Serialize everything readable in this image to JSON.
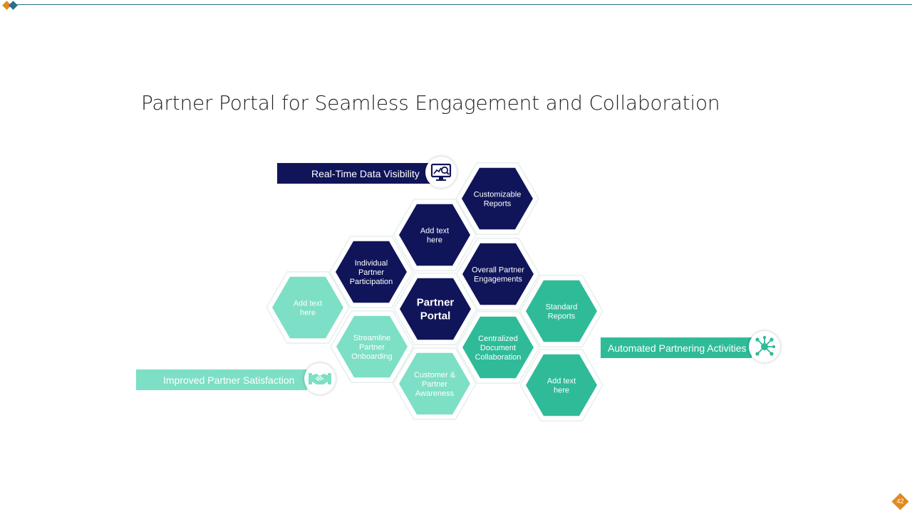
{
  "title": "Partner Portal for Seamless Engagement and Collaboration",
  "page_number": "42",
  "colors": {
    "navy": "#101559",
    "teal": "#2fbb98",
    "light_teal": "#7ddfc5",
    "accent_orange": "#e08a1e",
    "accent_blue": "#2b6f8a"
  },
  "banners": {
    "real_time": {
      "label": "Real-Time Data Visibility",
      "icon": "monitor-analytics-icon"
    },
    "automated": {
      "label": "Automated Partnering Activities",
      "icon": "network-nodes-icon"
    },
    "improved": {
      "label": "Improved Partner Satisfaction",
      "icon": "handshake-icon"
    }
  },
  "hexagons": [
    {
      "name": "hex-customizable-reports",
      "lines": [
        "Customizable",
        "Reports"
      ],
      "style": "navy"
    },
    {
      "name": "hex-add-text-top",
      "lines": [
        "Add text",
        "here"
      ],
      "style": "navy"
    },
    {
      "name": "hex-individual-partner-participation",
      "lines": [
        "Individual",
        "Partner",
        "Participation"
      ],
      "style": "navy"
    },
    {
      "name": "hex-overall-partner-engagements",
      "lines": [
        "Overall Partner",
        "Engagements"
      ],
      "style": "navy"
    },
    {
      "name": "hex-partner-portal",
      "lines": [
        "Partner",
        "Portal"
      ],
      "style": "navy",
      "center": true
    },
    {
      "name": "hex-add-text-left",
      "lines": [
        "Add text",
        "here"
      ],
      "style": "light"
    },
    {
      "name": "hex-streamline-partner-onboarding",
      "lines": [
        "Streamline",
        "Partner",
        "Onboarding"
      ],
      "style": "light"
    },
    {
      "name": "hex-customer-partner-awareness",
      "lines": [
        "Customer &",
        "Partner",
        "Awareness"
      ],
      "style": "light"
    },
    {
      "name": "hex-centralized-document-collaboration",
      "lines": [
        "Centralized",
        "Document",
        "Collaboration"
      ],
      "style": "teal"
    },
    {
      "name": "hex-standard-reports",
      "lines": [
        "Standard",
        "Reports"
      ],
      "style": "teal"
    },
    {
      "name": "hex-add-text-right",
      "lines": [
        "Add text",
        "here"
      ],
      "style": "teal"
    }
  ]
}
